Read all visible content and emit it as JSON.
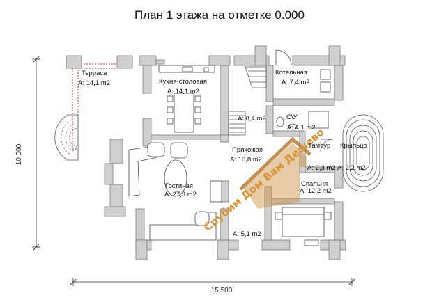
{
  "title": "План 1 этажа на отметке 0.000",
  "dimensions": {
    "width": "15 500",
    "height": "10 000"
  },
  "rooms": {
    "terrace": {
      "name": "Терраса",
      "area": "А: 14,1 m2"
    },
    "kitchen": {
      "name": "Кухня-столовая",
      "area": "А: 14,1 m2"
    },
    "boiler": {
      "name": "Котельная",
      "area": "А: 7,4 m2"
    },
    "stairs_area": {
      "area": "А: 8,4 m2"
    },
    "bathroom": {
      "name": "С\\У",
      "area": "А: 4,1 m2"
    },
    "hall": {
      "name": "Прихожая",
      "area": "А: 10,8 m2"
    },
    "vestibule": {
      "name": "Тамбур",
      "area": "А: 2,3 m2"
    },
    "porch": {
      "name": "Крыльцо",
      "area": "А: 2,2 m2"
    },
    "bedroom": {
      "name": "Спальня",
      "area": "А: 12,2 m2"
    },
    "living": {
      "name": "Гостиная",
      "area": "А: 27,3 m2"
    },
    "storage": {
      "area": "А: 5,1 m2"
    }
  },
  "watermark": "Срубим Дом Вам Дешево",
  "colors": {
    "wall": "#cfcfcf",
    "watermark": "#d8943c",
    "terrace_rail": "#d03030"
  }
}
